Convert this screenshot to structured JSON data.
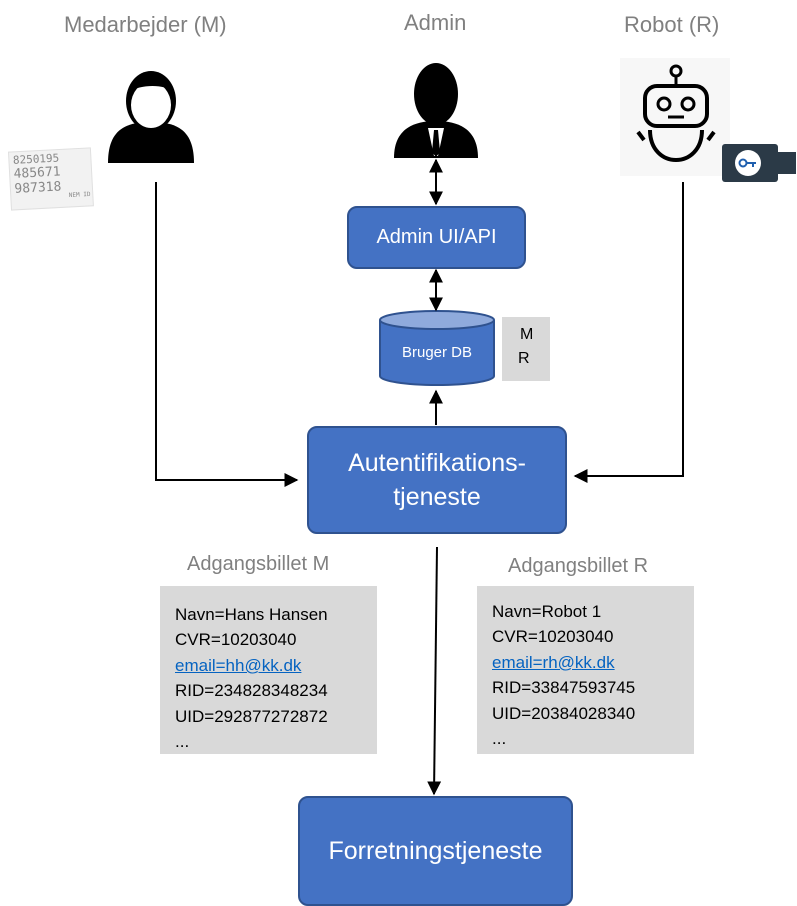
{
  "actors": {
    "medarbejder": "Medarbejder (M)",
    "admin": "Admin",
    "robot": "Robot (R)"
  },
  "boxes": {
    "admin_ui": "Admin UI/API",
    "db": "Bruger DB",
    "auth_line1": "Autentifikations-",
    "auth_line2": "tjeneste",
    "business": "Forretningstjeneste"
  },
  "legend": {
    "line1": "M",
    "line2": "R"
  },
  "ticket_m": {
    "title": "Adgangsbillet M",
    "lines": [
      "Navn=Hans Hansen",
      "CVR=10203040",
      "email=hh@kk.dk",
      "RID=234828348234",
      "UID=292877272872",
      "..."
    ]
  },
  "ticket_r": {
    "title": "Adgangsbillet R",
    "lines": [
      "Navn=Robot 1",
      "CVR=10203040",
      "email=rh@kk.dk",
      "RID=33847593745",
      "UID=20384028340",
      "..."
    ]
  },
  "nemid_card": {
    "rows": [
      "8250195",
      "485671",
      "987318",
      "NEM ID"
    ]
  },
  "colors": {
    "box_fill": "#4472c4",
    "box_border": "#2f528f",
    "ticket_bg": "#d9d9d9",
    "link": "#0563c1"
  }
}
